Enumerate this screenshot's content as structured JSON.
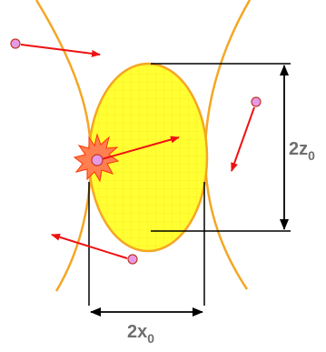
{
  "labels": {
    "height_main": "2z",
    "height_sub": "0",
    "width_main": "2x",
    "width_sub": "0"
  },
  "colors": {
    "beam": "#f5a623",
    "ellipse_fill": "#ffff33",
    "ellipse_stroke": "#f5a623",
    "arrow": "#ee1111",
    "dot_fill": "#e69ae6",
    "dot_stroke": "#c0392b",
    "dimension": "#000000",
    "label": "#6e6e6e"
  }
}
